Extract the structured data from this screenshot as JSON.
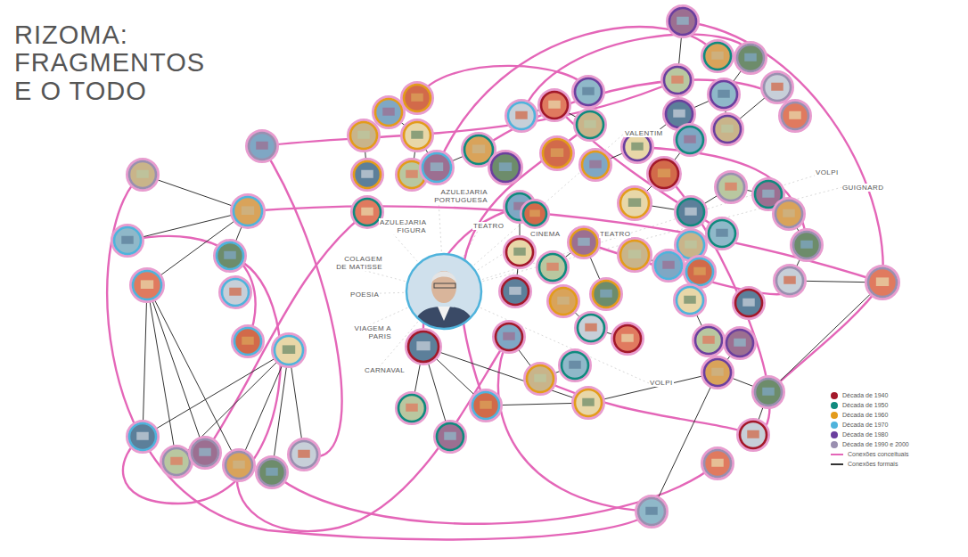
{
  "diagram": {
    "title": "RIZOMA: FRAGMENTOS E O TODO",
    "labels": [
      "AZULEJARIA PORTUGUESA",
      "AZULEJARIA FIGURA",
      "TEATRO",
      "CINEMA",
      "TEATRO",
      "VALENTIM",
      "VOLPI",
      "GUIGNARD",
      "COLAGEM DE MATISSE",
      "POESIA",
      "VIAGEM A PARIS",
      "CARNAVAL",
      "VOLPI"
    ],
    "legend": [
      {
        "text": "Década de 1940",
        "color": "#a3182a"
      },
      {
        "text": "Década de 1950",
        "color": "#0f8a7e"
      },
      {
        "text": "Década de 1960",
        "color": "#e39b1b"
      },
      {
        "text": "Década de 1970",
        "color": "#4fb3dc"
      },
      {
        "text": "Década de 1980",
        "color": "#6b3f9e"
      },
      {
        "text": "Década de 1990 e 2000",
        "color": "#9a8fb0"
      },
      {
        "text": "Conexões conceituais"
      },
      {
        "text": "Conexões formais"
      }
    ]
  }
}
